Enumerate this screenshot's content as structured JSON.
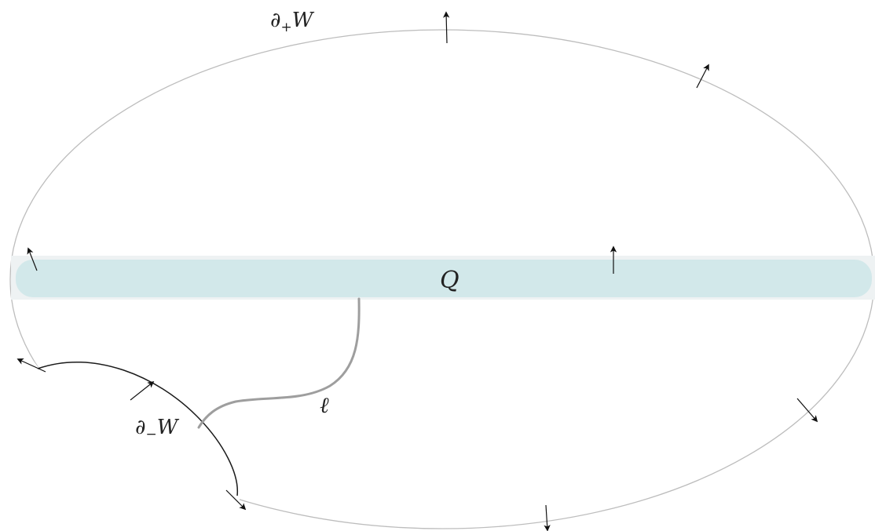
{
  "labels": {
    "boundary_plus_symbol": "∂",
    "boundary_plus_sub": "+",
    "boundary_plus_var": "W",
    "boundary_minus_symbol": "∂",
    "boundary_minus_sub": "−",
    "boundary_minus_var": "W",
    "band": "Q",
    "curve": "ℓ"
  },
  "colors": {
    "outer_boundary": "#bdbdbd",
    "inner_boundary": "#1a1a1a",
    "band_fill": "#d2e8ea",
    "band_glow": "#eef2f3",
    "curve_stroke": "#9e9e9e",
    "arrow": "#111111",
    "text": "#222222"
  },
  "icons": {
    "arrow": "arrow-icon"
  }
}
